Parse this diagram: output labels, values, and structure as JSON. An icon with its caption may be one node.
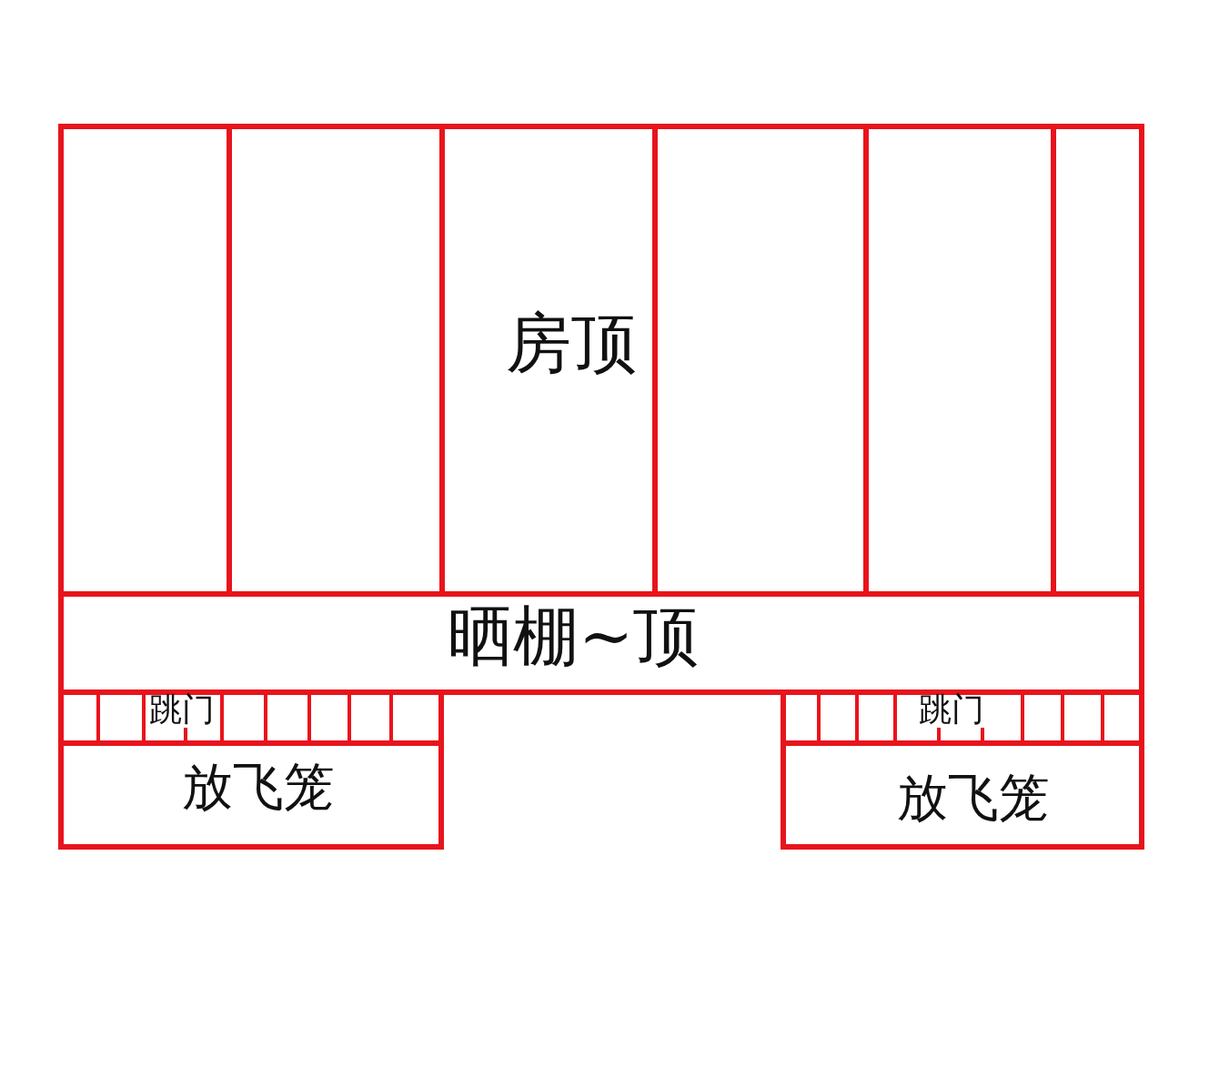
{
  "diagram": {
    "nodes": [
      {
        "text": [
          "房顶"
        ]
      },
      {
        "text": [
          "晒棚~顶"
        ]
      },
      {
        "text": [
          "跳门"
        ]
      },
      {
        "text": [
          "放飞笼"
        ]
      },
      {
        "text": [
          "跳门"
        ]
      },
      {
        "text": [
          "放飞笼"
        ]
      }
    ]
  }
}
